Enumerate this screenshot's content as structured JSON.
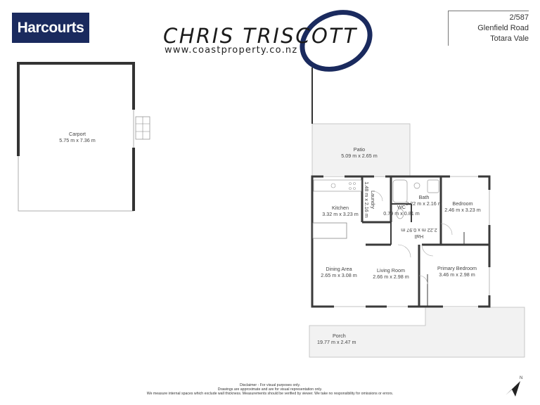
{
  "header": {
    "agency_logo_text": "Harcourts",
    "brand_name": "CHRIS TRISCOTT",
    "brand_url": "www.coastproperty.co.nz"
  },
  "address": {
    "line1": "2/587",
    "line2": "Glenfield Road",
    "line3": "Totara Vale"
  },
  "rooms": {
    "carport": {
      "name": "Carport",
      "dims": "5.75 m x 7.36 m"
    },
    "patio": {
      "name": "Patio",
      "dims": "5.09 m x 2.65 m"
    },
    "kitchen": {
      "name": "Kitchen",
      "dims": "3.32 m x 3.23 m"
    },
    "laundry": {
      "name": "Laundry",
      "dims": "1.48 m x 2.16 m"
    },
    "bath": {
      "name": "Bath",
      "dims": "2.22 m x 2.16 m"
    },
    "wc": {
      "name": "WC",
      "dims": "0.79 m x 0.81 m"
    },
    "hall": {
      "name": "Hall",
      "dims": "2.22 m x 0.97 m"
    },
    "bedroom": {
      "name": "Bedroom",
      "dims": "2.46 m x 3.23 m"
    },
    "dining": {
      "name": "Dining Area",
      "dims": "2.65 m x 3.08 m"
    },
    "living": {
      "name": "Living Room",
      "dims": "2.66 m x 2.98 m"
    },
    "primary_bedroom": {
      "name": "Primary Bedroom",
      "dims": "3.46 m x 2.98 m"
    },
    "porch": {
      "name": "Porch",
      "dims": "19.77 m x 2.47 m"
    }
  },
  "footer": {
    "line1": "Disclaimer - For visual purposes only.",
    "line2": "Drawings are approximate and are for visual representation only.",
    "line3": "We measure internal spaces which exclude wall thickness. Measurements should be verified by viewer. We take no responsibility for omissions or errors."
  },
  "compass": {
    "label": "N"
  },
  "colors": {
    "logo_bg": "#1a2a5e",
    "wall": "#3a3a3a",
    "outdoor_fill": "#f2f2f2",
    "swoosh": "#1a2a5e"
  }
}
